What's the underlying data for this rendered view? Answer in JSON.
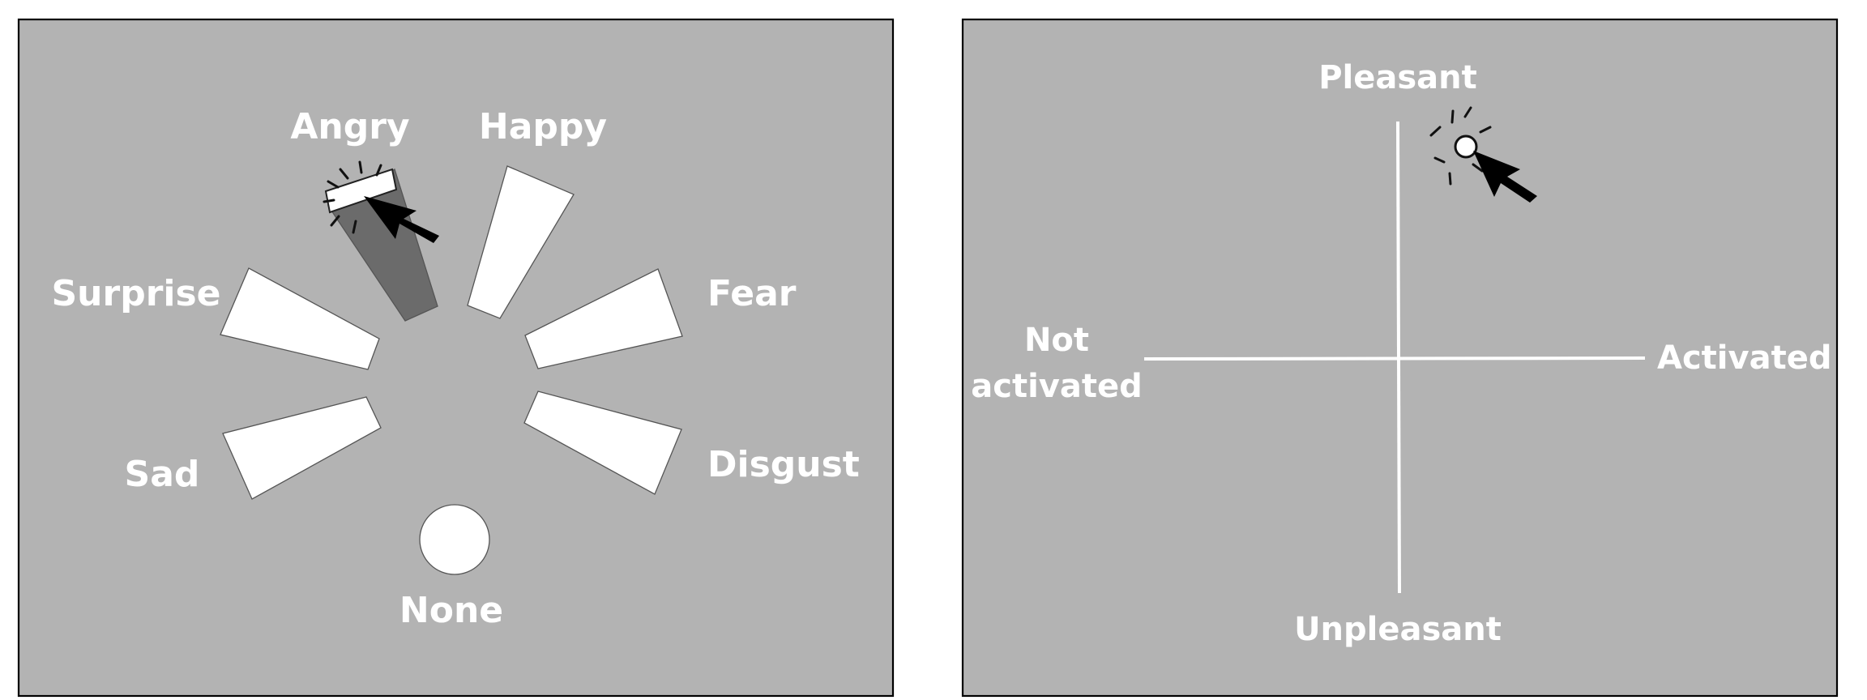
{
  "left_panel": {
    "emotions": [
      {
        "id": "angry",
        "label": "Angry",
        "selected": true
      },
      {
        "id": "happy",
        "label": "Happy",
        "selected": false
      },
      {
        "id": "fear",
        "label": "Fear",
        "selected": false
      },
      {
        "id": "disgust",
        "label": "Disgust",
        "selected": false
      },
      {
        "id": "sad",
        "label": "Sad",
        "selected": false
      },
      {
        "id": "surprise",
        "label": "Surprise",
        "selected": false
      }
    ],
    "none_label": "None",
    "selected_intensity_fraction": 0.95
  },
  "right_panel": {
    "labels": {
      "top": "Pleasant",
      "bottom": "Unpleasant",
      "right": "Activated",
      "left_line1": "Not",
      "left_line2": "activated"
    },
    "selected_point": {
      "activation": 0.27,
      "pleasantness": 0.84
    }
  },
  "colors": {
    "panel_background": "#b3b3b3",
    "wedge_fill": "#ffffff",
    "selected_wedge_fill": "#6b6b6b",
    "text": "#ffffff",
    "cursor": "#000000"
  },
  "icons": [
    "cursor-arrow-icon",
    "click-burst-icon"
  ]
}
